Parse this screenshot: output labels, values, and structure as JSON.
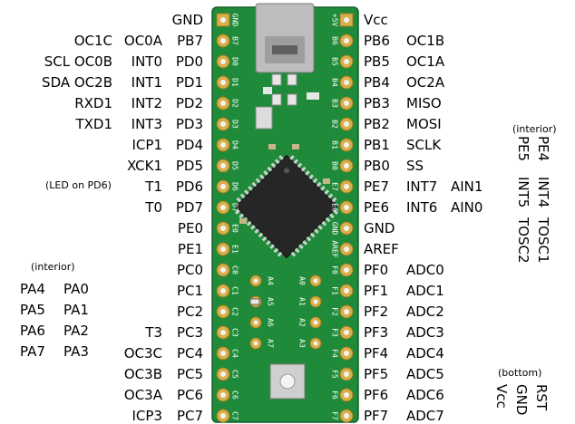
{
  "left_rows": [
    {
      "pin": "GND",
      "a": "",
      "b": ""
    },
    {
      "pin": "PB7",
      "a": "OC0A",
      "b": "OC1C"
    },
    {
      "pin": "PD0",
      "a": "INT0",
      "b": "SCL OC0B"
    },
    {
      "pin": "PD1",
      "a": "INT1",
      "b": "SDA OC2B"
    },
    {
      "pin": "PD2",
      "a": "INT2",
      "b": "RXD1"
    },
    {
      "pin": "PD3",
      "a": "INT3",
      "b": "TXD1"
    },
    {
      "pin": "PD4",
      "a": "ICP1",
      "b": ""
    },
    {
      "pin": "PD5",
      "a": "XCK1",
      "b": ""
    },
    {
      "pin": "PD6",
      "a": "T1",
      "b": ""
    },
    {
      "pin": "PD7",
      "a": "T0",
      "b": ""
    },
    {
      "pin": "PE0",
      "a": "",
      "b": ""
    },
    {
      "pin": "PE1",
      "a": "",
      "b": ""
    },
    {
      "pin": "PC0",
      "a": "",
      "b": ""
    },
    {
      "pin": "PC1",
      "a": "",
      "b": ""
    },
    {
      "pin": "PC2",
      "a": "",
      "b": ""
    },
    {
      "pin": "PC3",
      "a": "T3",
      "b": ""
    },
    {
      "pin": "PC4",
      "a": "OC3C",
      "b": ""
    },
    {
      "pin": "PC5",
      "a": "OC3B",
      "b": ""
    },
    {
      "pin": "PC6",
      "a": "OC3A",
      "b": ""
    },
    {
      "pin": "PC7",
      "a": "ICP3",
      "b": ""
    }
  ],
  "right_rows": [
    {
      "pin": "Vcc",
      "a": "",
      "b": ""
    },
    {
      "pin": "PB6",
      "a": "OC1B",
      "b": ""
    },
    {
      "pin": "PB5",
      "a": "OC1A",
      "b": ""
    },
    {
      "pin": "PB4",
      "a": "OC2A",
      "b": ""
    },
    {
      "pin": "PB3",
      "a": "MISO",
      "b": ""
    },
    {
      "pin": "PB2",
      "a": "MOSI",
      "b": ""
    },
    {
      "pin": "PB1",
      "a": "SCLK",
      "b": ""
    },
    {
      "pin": "PB0",
      "a": "SS",
      "b": ""
    },
    {
      "pin": "PE7",
      "a": "INT7",
      "b": "AIN1"
    },
    {
      "pin": "PE6",
      "a": "INT6",
      "b": "AIN0"
    },
    {
      "pin": "GND",
      "a": "",
      "b": ""
    },
    {
      "pin": "AREF",
      "a": "",
      "b": ""
    },
    {
      "pin": "PF0",
      "a": "ADC0",
      "b": ""
    },
    {
      "pin": "PF1",
      "a": "ADC1",
      "b": ""
    },
    {
      "pin": "PF2",
      "a": "ADC2",
      "b": ""
    },
    {
      "pin": "PF3",
      "a": "ADC3",
      "b": ""
    },
    {
      "pin": "PF4",
      "a": "ADC4",
      "b": ""
    },
    {
      "pin": "PF5",
      "a": "ADC5",
      "b": ""
    },
    {
      "pin": "PF6",
      "a": "ADC6",
      "b": ""
    },
    {
      "pin": "PF7",
      "a": "ADC7",
      "b": ""
    }
  ],
  "led_note": "(LED on PD6)",
  "interior_left": {
    "note": "(interior)",
    "rows": [
      [
        "PA4",
        "PA0"
      ],
      [
        "PA5",
        "PA1"
      ],
      [
        "PA6",
        "PA2"
      ],
      [
        "PA7",
        "PA3"
      ]
    ]
  },
  "interior_right": {
    "note": "(interior)",
    "cols": [
      [
        "PE4",
        "INT4",
        "TOSC1"
      ],
      [
        "PE5",
        "INT5",
        "TOSC2"
      ]
    ]
  },
  "bottom_right": {
    "note": "(bottom)",
    "cols": [
      "RST",
      "GND",
      "Vcc"
    ]
  },
  "board_silk": {
    "left": [
      "GND",
      "B7",
      "D0",
      "D1",
      "D2",
      "D3",
      "D4",
      "D5",
      "D6",
      "D7",
      "E0",
      "E1",
      "C0",
      "C1",
      "C2",
      "C3",
      "C4",
      "C5",
      "C6",
      "C7"
    ],
    "right": [
      "+5V",
      "B6",
      "B5",
      "B4",
      "B3",
      "B2",
      "B1",
      "B0",
      "E7",
      "E6",
      "GND",
      "AREF",
      "F0",
      "F1",
      "F2",
      "F3",
      "F4",
      "F5",
      "F6",
      "F7"
    ],
    "inner_left": [
      "A4",
      "A5",
      "A6",
      "A7"
    ],
    "inner_right": [
      "A0",
      "A1",
      "A2",
      "A3"
    ]
  },
  "colors": {
    "pcb": "#1f8b3a",
    "pad": "#d8b04a",
    "chip": "#262626",
    "usb": "#bdbdbd"
  }
}
